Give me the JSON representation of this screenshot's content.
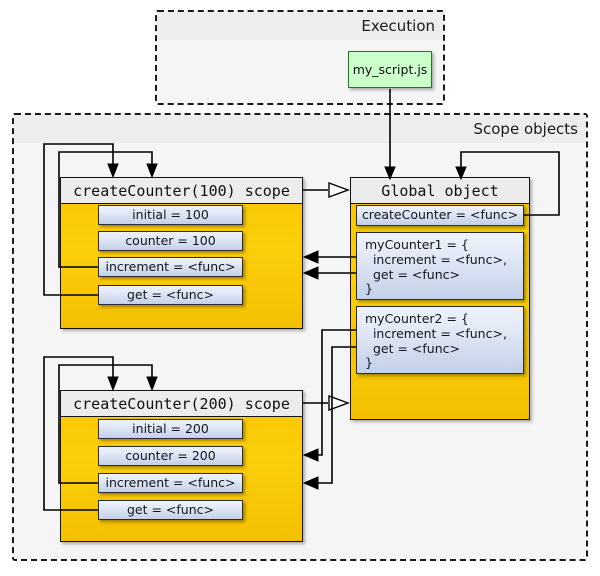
{
  "diagram": {
    "type": "closure-scope-diagram",
    "frames": [
      {
        "id": "execution",
        "title": "Execution"
      },
      {
        "id": "scope_objects",
        "title": "Scope objects"
      }
    ],
    "script_node": {
      "label": "my_script.js",
      "color": "#ccffcc"
    },
    "scopes": [
      {
        "id": "scope100",
        "title": "createCounter(100) scope",
        "attributes": [
          {
            "label": "initial = 100"
          },
          {
            "label": "counter = 100"
          },
          {
            "label": "increment = <func>"
          },
          {
            "label": "get = <func>"
          }
        ]
      },
      {
        "id": "scope200",
        "title": "createCounter(200) scope",
        "attributes": [
          {
            "label": "initial = 200"
          },
          {
            "label": "counter = 200"
          },
          {
            "label": "increment = <func>"
          },
          {
            "label": "get = <func>"
          }
        ]
      }
    ],
    "global_object": {
      "title": "Global object",
      "attributes": [
        {
          "label": "createCounter = <func>"
        },
        {
          "label": "myCounter1 = {\n  increment = <func>,\n  get = <func>\n}"
        },
        {
          "label": "myCounter2 = {\n  increment = <func>,\n  get = <func>\n}"
        }
      ]
    },
    "colors": {
      "scope_fill": "#fbcb07",
      "attr_fill": "#d5dff0",
      "script_fill": "#ccffcc",
      "frame_fill": "#f5f5f5",
      "frame_header": "#ededed",
      "stroke": "#111111"
    }
  }
}
